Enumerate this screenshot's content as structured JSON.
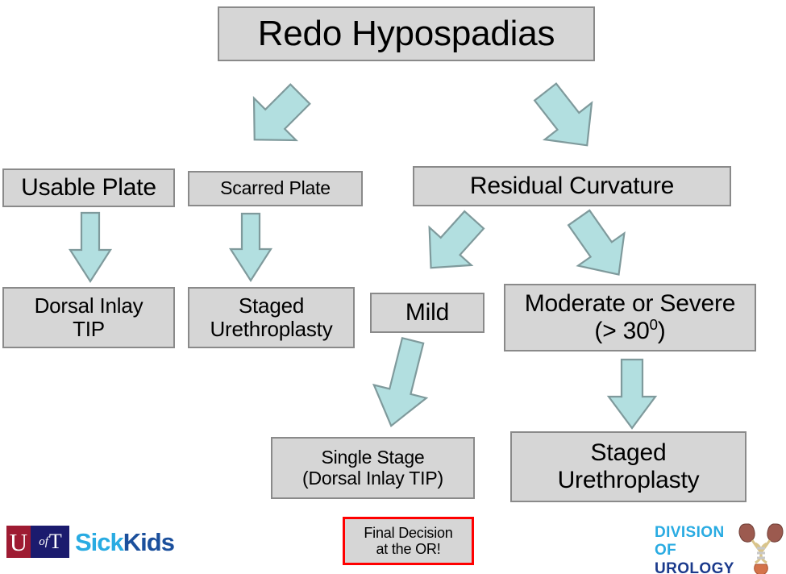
{
  "diagram": {
    "title": "Redo Hypospadias",
    "nodes": {
      "root": "Redo Hypospadias",
      "usable_plate": "Usable Plate",
      "scarred_plate": "Scarred Plate",
      "residual_curvature": "Residual Curvature",
      "dorsal_inlay_tip": "Dorsal Inlay\nTIP",
      "dorsal_inlay_tip_line1": "Dorsal Inlay",
      "dorsal_inlay_tip_line2": "TIP",
      "staged_urethroplasty_left_line1": "Staged",
      "staged_urethroplasty_left_line2": "Urethroplasty",
      "mild": "Mild",
      "moderate_severe_line1": "Moderate or Severe",
      "moderate_severe_line2_prefix": "(> 30",
      "moderate_severe_degree": "0",
      "moderate_severe_line2_suffix": ")",
      "single_stage_line1": "Single Stage",
      "single_stage_line2": "(Dorsal Inlay TIP)",
      "staged_urethroplasty_right_line1": "Staged",
      "staged_urethroplasty_right_line2": "Urethroplasty",
      "final_decision_line1": "Final Decision",
      "final_decision_line2": "at the OR!"
    },
    "arrows": [
      {
        "name": "arrow-root-to-usable-scarred",
        "direction": "down-left"
      },
      {
        "name": "arrow-root-to-residual",
        "direction": "down-right"
      },
      {
        "name": "arrow-usable-to-dorsal-inlay",
        "direction": "down"
      },
      {
        "name": "arrow-scarred-to-staged",
        "direction": "down"
      },
      {
        "name": "arrow-residual-to-mild",
        "direction": "down-left"
      },
      {
        "name": "arrow-residual-to-moderate",
        "direction": "down-right"
      },
      {
        "name": "arrow-mild-to-single-stage",
        "direction": "down"
      },
      {
        "name": "arrow-moderate-to-staged",
        "direction": "down"
      }
    ]
  },
  "logos": {
    "uoft": {
      "u": "U",
      "of": "of",
      "t": "T",
      "sickkids_parts": [
        "Sick",
        "Kids"
      ],
      "sickkids_full": "SickKids"
    },
    "urology": {
      "line1": "DIVISION OF",
      "line2": "UROLOGY"
    }
  },
  "colors": {
    "box_fill": "#d6d6d6",
    "box_border": "#8a8a8a",
    "arrow_fill": "#b2dfe0",
    "arrow_border": "#7f9a9c",
    "final_border": "#ff0000",
    "uoft_red": "#9e1b32",
    "uoft_navy": "#1b1b6e",
    "sickkids_cyan": "#29abe2",
    "sickkids_blue": "#1b4f9c",
    "urology_cyan": "#29abe2",
    "urology_navy": "#1b3a8c",
    "kidney": "#9c5a4f",
    "helix": "#d9c48a",
    "bladder": "#d4734a"
  }
}
